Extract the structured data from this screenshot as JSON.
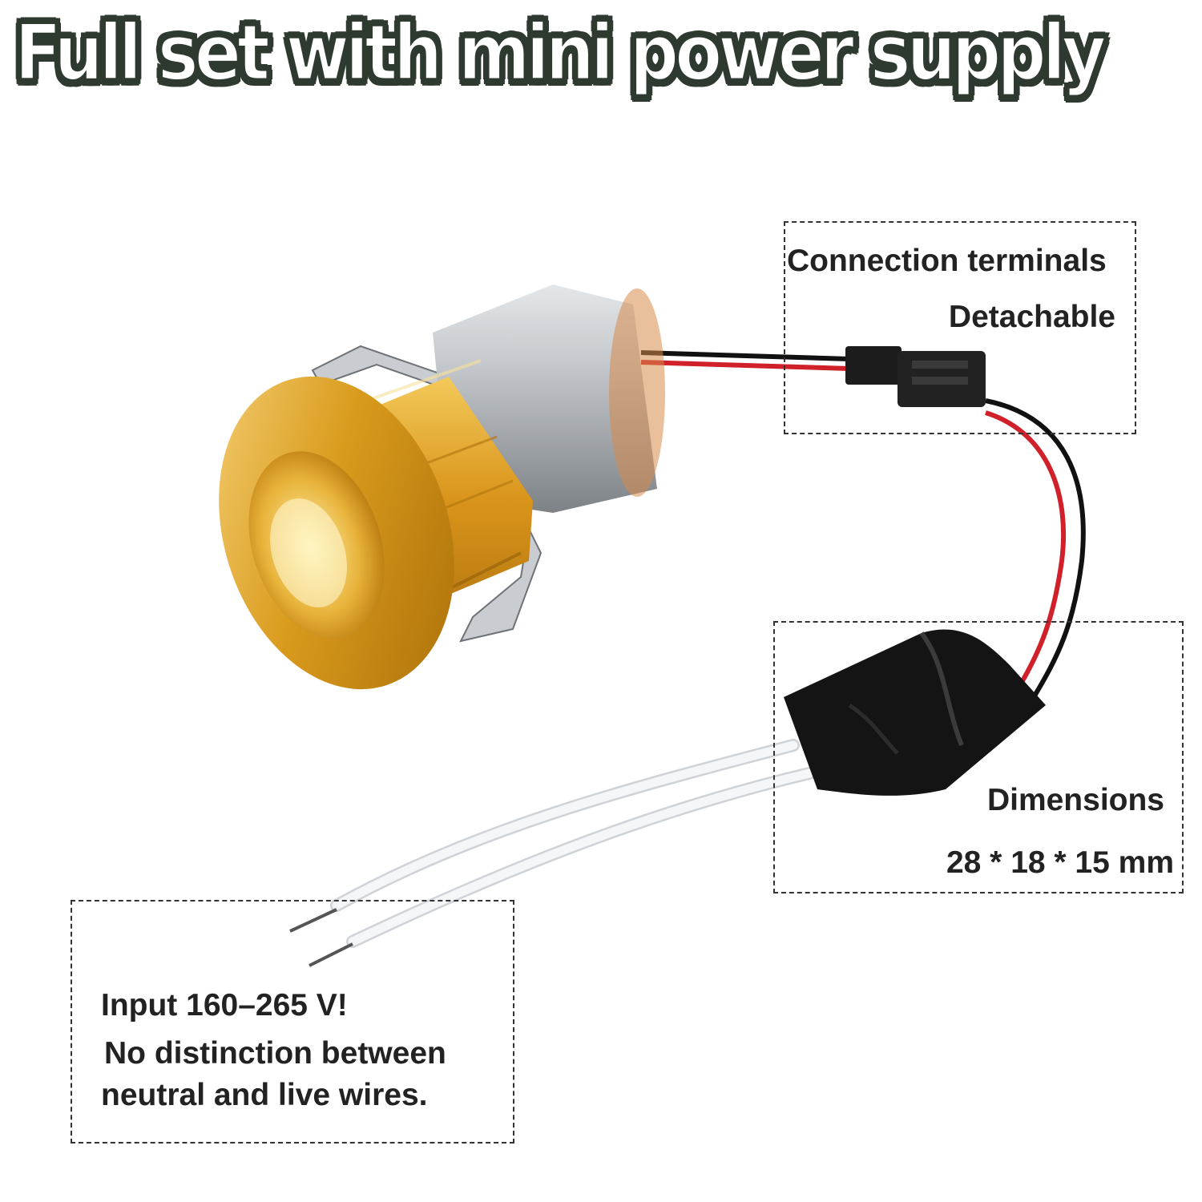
{
  "headline": "Full set with mini power supply",
  "callouts": {
    "connection": {
      "line1": "Connection terminals",
      "line2": "Detachable"
    },
    "dimensions": {
      "line1": "Dimensions",
      "line2": "28 * 18 * 15 mm"
    },
    "input": {
      "line1": "Input 160–265 V!",
      "line2": "No distinction between",
      "line3": "neutral and live wires."
    }
  },
  "colors": {
    "headline_outline": "#2e3a2f",
    "gold": "#d4a017",
    "silver": "#b8bcc0",
    "wire_red": "#d0202a",
    "wire_black": "#111111",
    "driver_body": "#1a1a1a"
  }
}
